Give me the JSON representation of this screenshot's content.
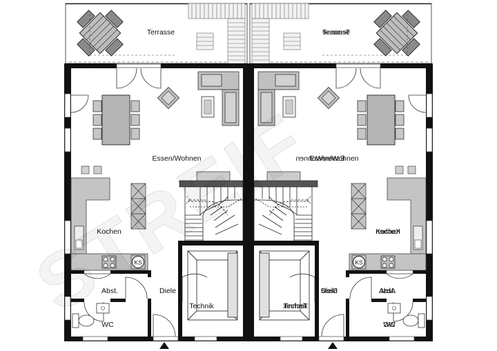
{
  "watermark": "STREIF",
  "labels": {
    "terrace": "Terrasse",
    "living": "Essen/Wohnen",
    "kitchen": "Kochen",
    "fridge": "KS",
    "hall": "Diele",
    "storage": "Abst.",
    "technical": "Technik",
    "wc": "WC"
  }
}
